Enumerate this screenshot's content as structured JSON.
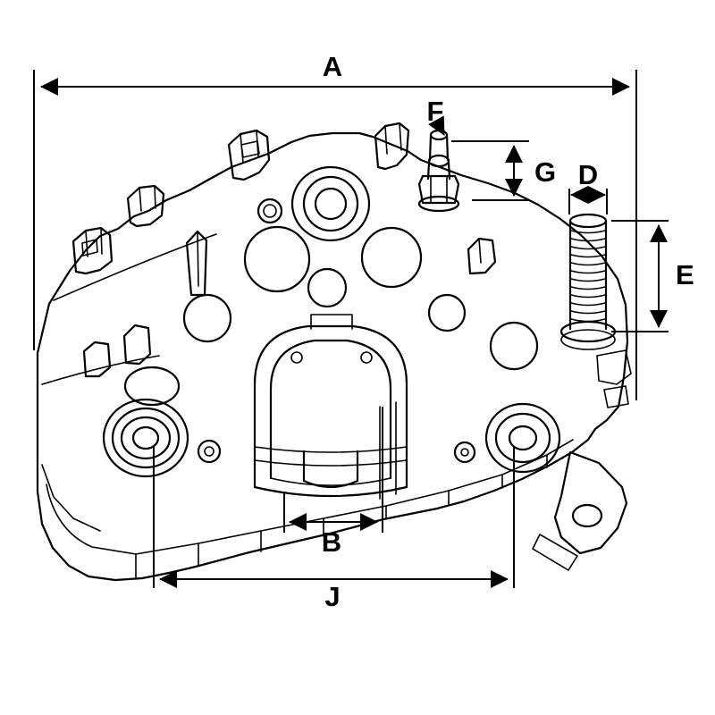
{
  "canvas": {
    "background_color": "#ffffff",
    "line_color": "#000000"
  },
  "dimensions": {
    "a": {
      "label": "A"
    },
    "b": {
      "label": "B"
    },
    "d": {
      "label": "D"
    },
    "e": {
      "label": "E"
    },
    "f": {
      "label": "F"
    },
    "g": {
      "label": "G"
    },
    "j": {
      "label": "J"
    }
  }
}
